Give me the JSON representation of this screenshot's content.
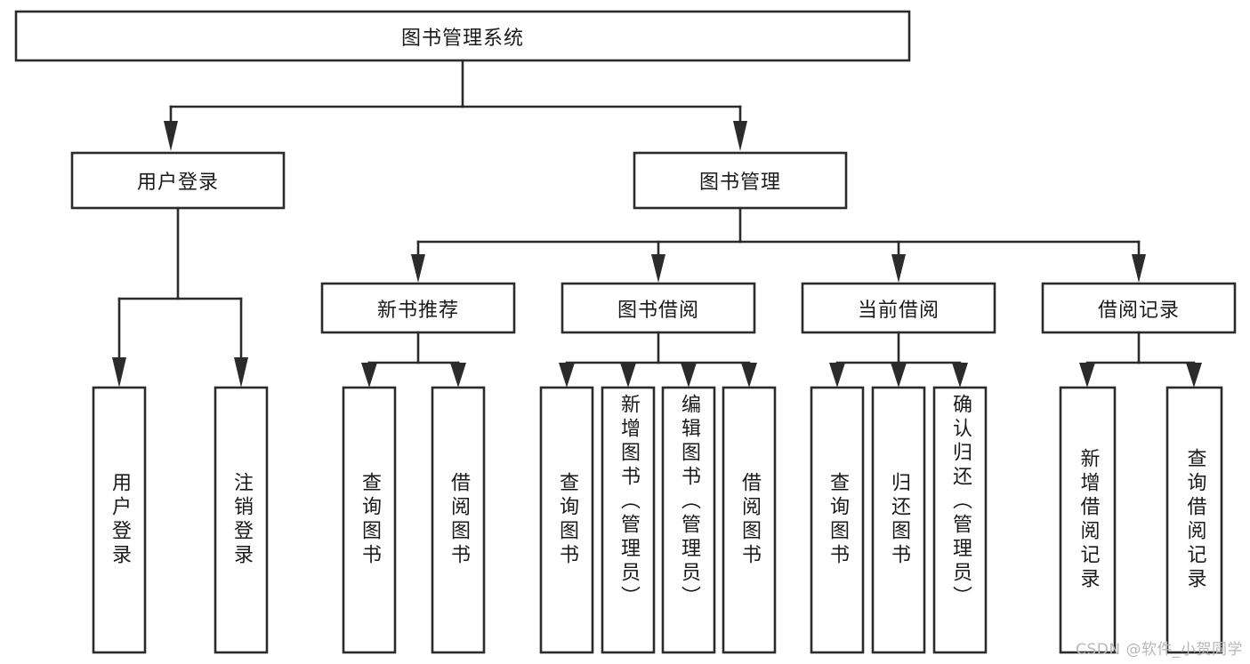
{
  "diagram": {
    "type": "tree-hierarchy-chart",
    "title": "图书管理系统",
    "orientation": "top-down",
    "colors": {
      "box_stroke": "#2b2b2b",
      "box_fill": "#ffffff",
      "connector": "#2b2b2b",
      "text": "#1a1a1a",
      "background": "#ffffff",
      "watermark": "#b8b8b8"
    }
  },
  "root": {
    "label": "图书管理系统"
  },
  "level1": [
    {
      "label": "用户登录"
    },
    {
      "label": "图书管理"
    }
  ],
  "level2": [
    {
      "label": "新书推荐"
    },
    {
      "label": "图书借阅"
    },
    {
      "label": "当前借阅"
    },
    {
      "label": "借阅记录"
    }
  ],
  "leaves": {
    "user_login": [
      {
        "label": "用户登录"
      },
      {
        "label": "注销登录"
      }
    ],
    "new_book_recommend": [
      {
        "label": "查询图书"
      },
      {
        "label": "借阅图书"
      }
    ],
    "book_borrow": [
      {
        "label": "查询图书"
      },
      {
        "label": "新增图书（管理员）"
      },
      {
        "label": "编辑图书（管理员）"
      },
      {
        "label": "借阅图书"
      }
    ],
    "current_borrow": [
      {
        "label": "查询图书"
      },
      {
        "label": "归还图书"
      },
      {
        "label": "确认归还（管理员）"
      }
    ],
    "borrow_record": [
      {
        "label": "新增借阅记录"
      },
      {
        "label": "查询借阅记录"
      }
    ]
  },
  "watermark": {
    "text": "CSDN @软件_小贺同学"
  }
}
